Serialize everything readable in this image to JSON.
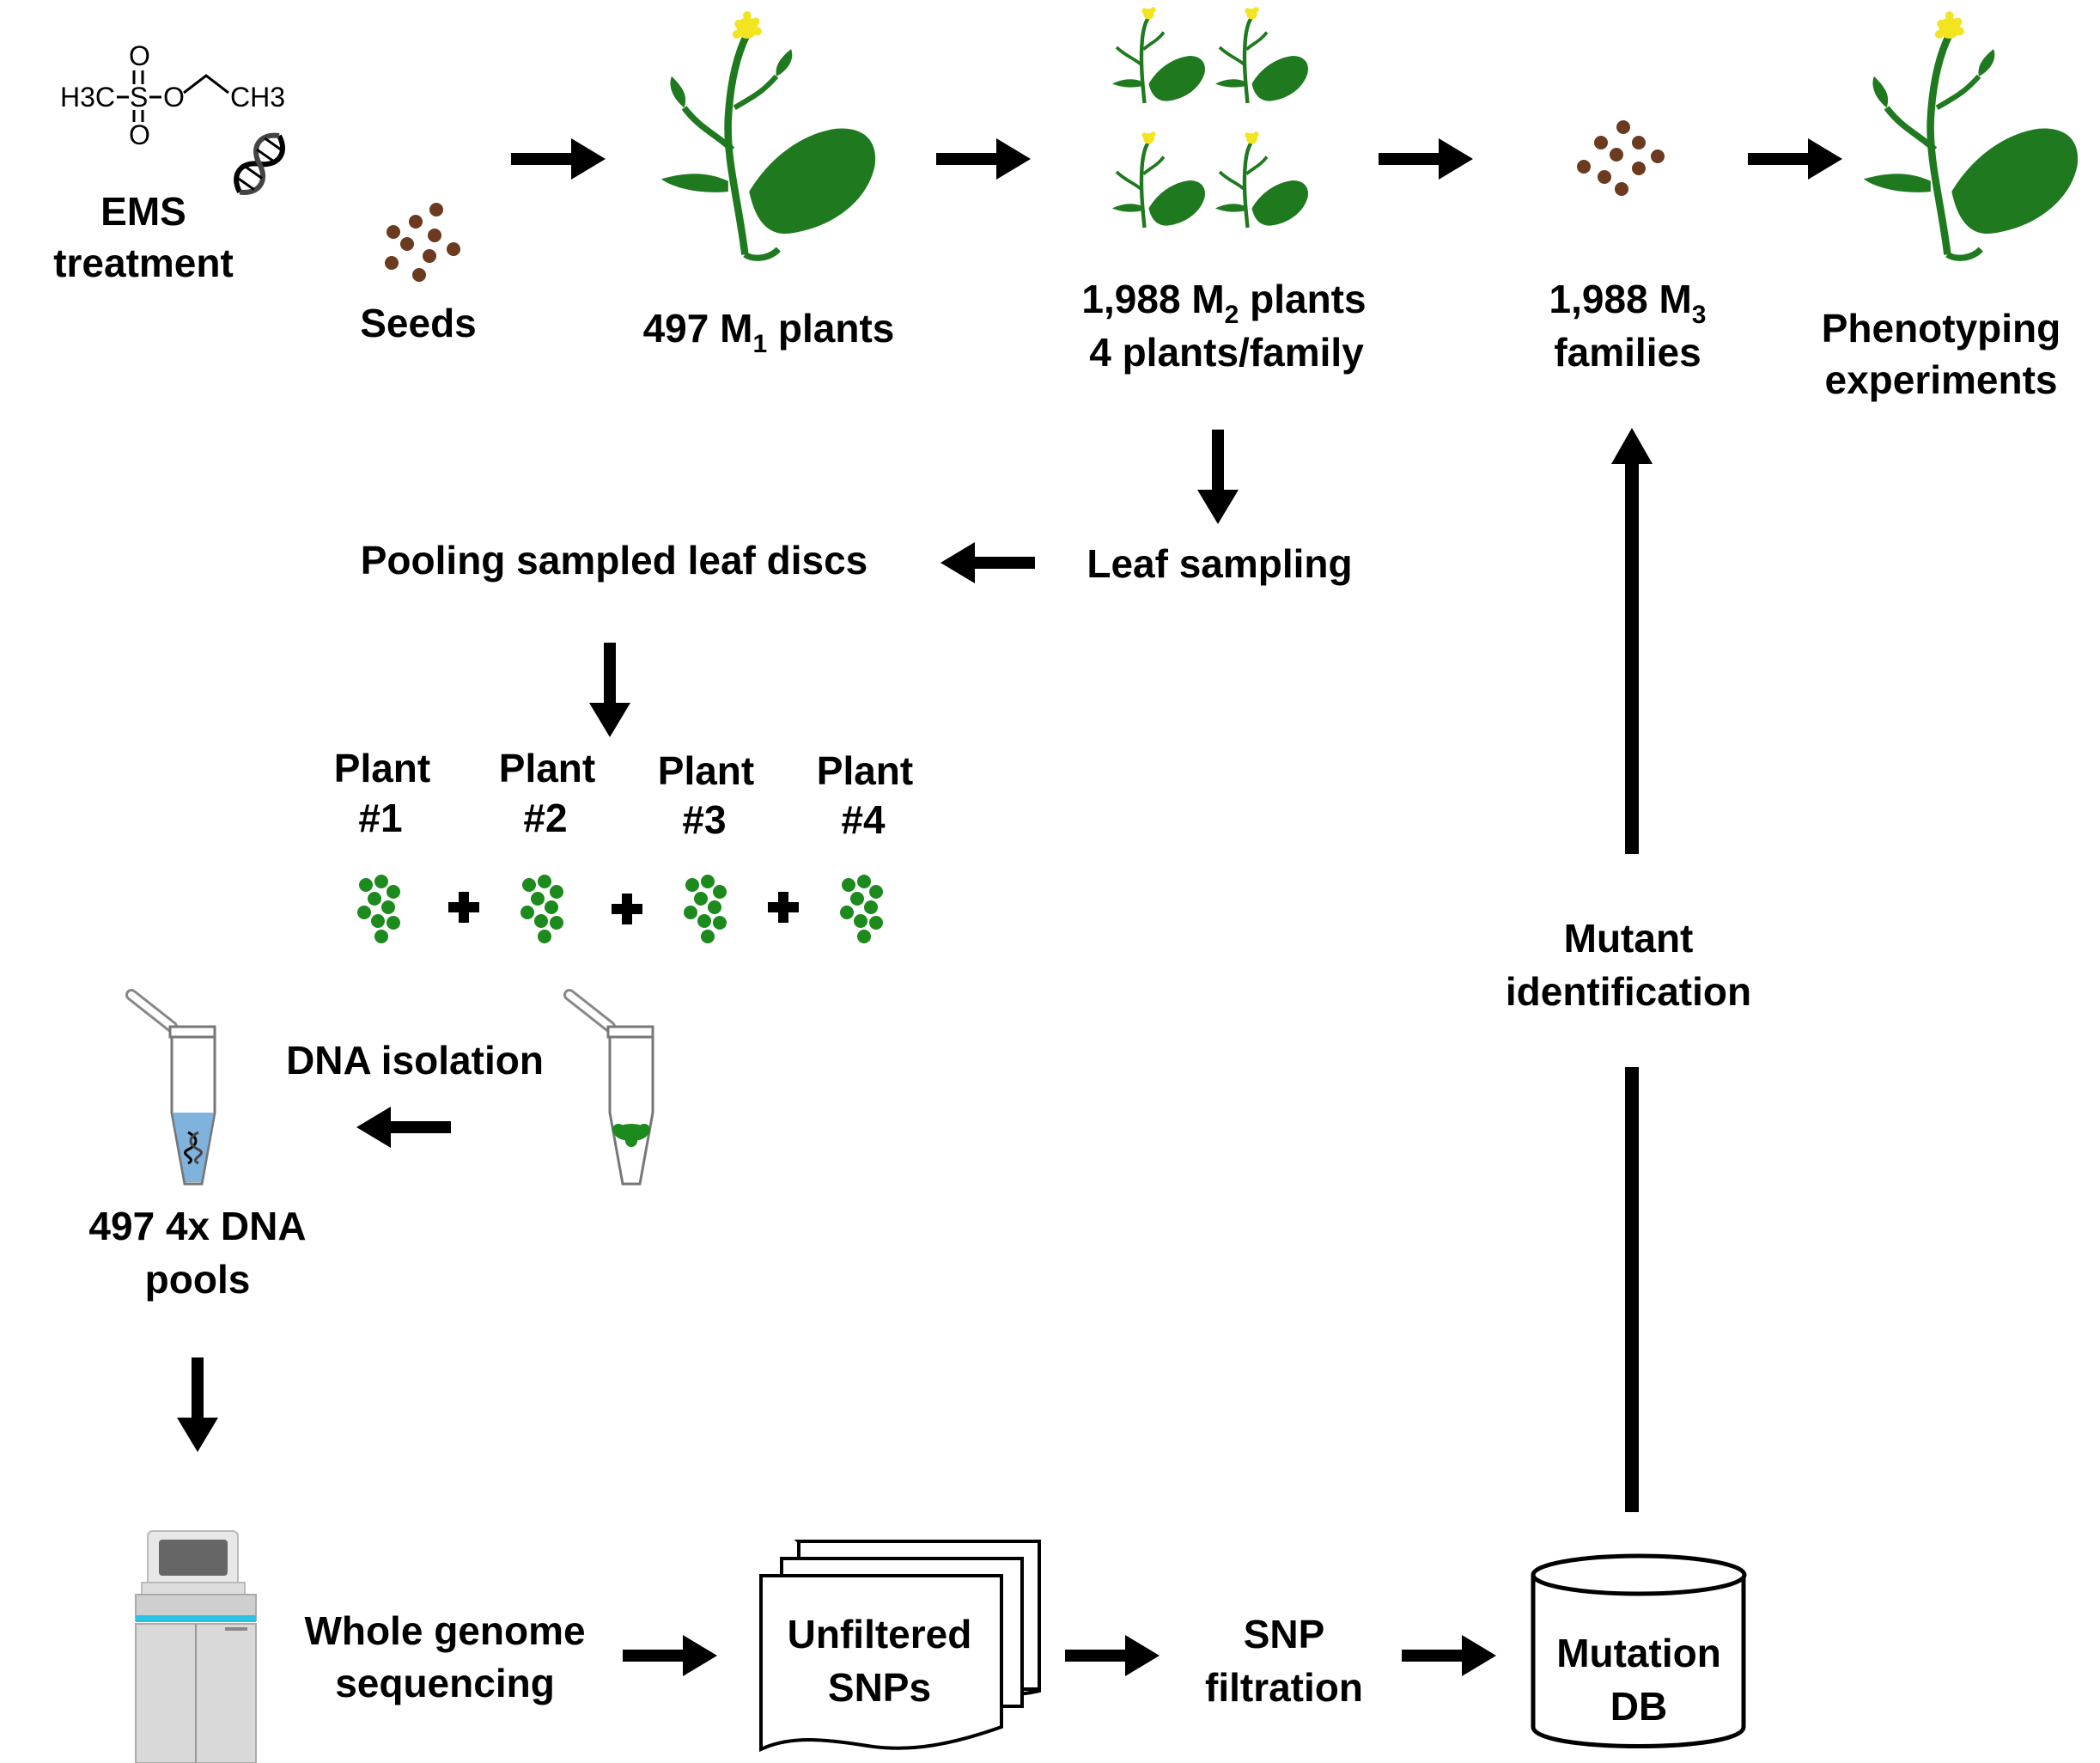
{
  "ems": {
    "formula": {
      "o_top": "O",
      "h3c": "H3C",
      "s": "S",
      "o_mid": "O",
      "ch3": "CH3",
      "o_bot": "O"
    },
    "line1": "EMS",
    "line2": "treatment"
  },
  "seeds": {
    "label": "Seeds"
  },
  "m1": {
    "prefix": "497 M",
    "sub": "1",
    "suffix": " plants"
  },
  "m2": {
    "line1_prefix": "1,988 M",
    "line1_sub": "2",
    "line1_suffix": " plants",
    "line2": "4 plants/family"
  },
  "m3": {
    "line1_prefix": "1,988 M",
    "line1_sub": "3",
    "line2": "families"
  },
  "phenotyping": {
    "line1": "Phenotyping",
    "line2": "experiments"
  },
  "leaf_sampling": {
    "label": "Leaf sampling"
  },
  "pooling": {
    "label": "Pooling sampled leaf discs"
  },
  "plants": [
    {
      "line1": "Plant",
      "line2": "#1"
    },
    {
      "line1": "Plant",
      "line2": "#2"
    },
    {
      "line1": "Plant",
      "line2": "#3"
    },
    {
      "line1": "Plant",
      "line2": "#4"
    }
  ],
  "dna_isolation": {
    "label": "DNA isolation"
  },
  "dna_pools": {
    "line1": "497 4x DNA",
    "line2": "pools"
  },
  "wgs": {
    "line1": "Whole genome",
    "line2": "sequencing"
  },
  "unfiltered": {
    "line1": "Unfiltered",
    "line2": "SNPs"
  },
  "snp_filtration": {
    "line1": "SNP",
    "line2": "filtration"
  },
  "mutation_db": {
    "line1": "Mutation",
    "line2": "DB"
  },
  "mutant_identification": {
    "line1": "Mutant",
    "line2": "identification"
  },
  "colors": {
    "plant_green": "#1f7a1f",
    "flower_yellow": "#f2e51f",
    "seed_brown": "#6b3a1f",
    "disc_green": "#1c8a1c",
    "tube_liquid": "#7fb2dd",
    "arrow": "#000000"
  }
}
